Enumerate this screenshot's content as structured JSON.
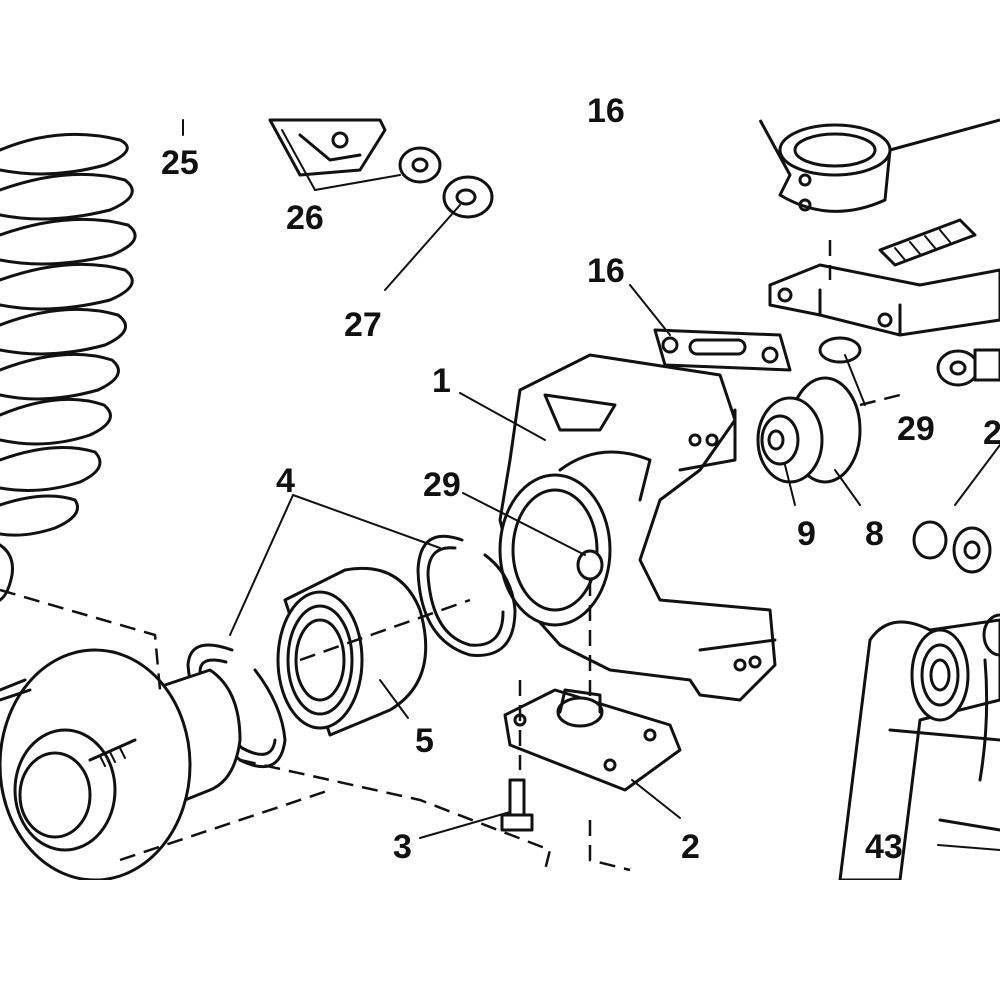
{
  "labels": {
    "n1": "1",
    "n2": "2",
    "n3": "3",
    "n4": "4",
    "n5": "5",
    "n8": "8",
    "n9": "9",
    "n16": "16",
    "n25": "25",
    "n26": "26",
    "n27": "27",
    "n29a": "29",
    "n29b": "29",
    "n43": "43",
    "n2_edge": "2",
    "n16_top": "16"
  }
}
